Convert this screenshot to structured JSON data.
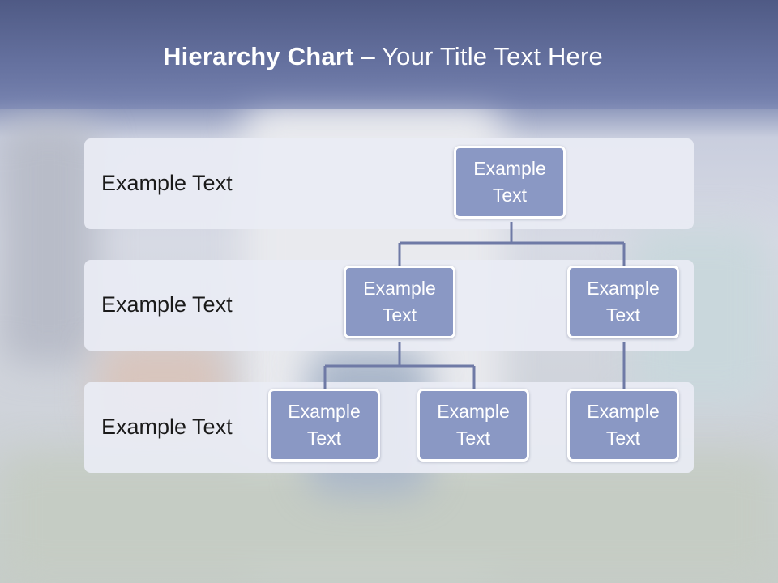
{
  "slide": {
    "title_bold": "Hierarchy Chart",
    "title_rest": " – Your Title Text Here"
  },
  "levels": [
    {
      "label": "Example Text"
    },
    {
      "label": "Example Text"
    },
    {
      "label": "Example Text"
    }
  ],
  "nodes": {
    "root": "Example\nText",
    "level2_left": "Example\nText",
    "level2_right": "Example\nText",
    "level3_a": "Example\nText",
    "level3_b": "Example\nText",
    "level3_c": "Example\nText"
  },
  "colors": {
    "node_fill": "#8a98c4",
    "connector": "#6f7aa6",
    "title_band": "#5a6590"
  }
}
